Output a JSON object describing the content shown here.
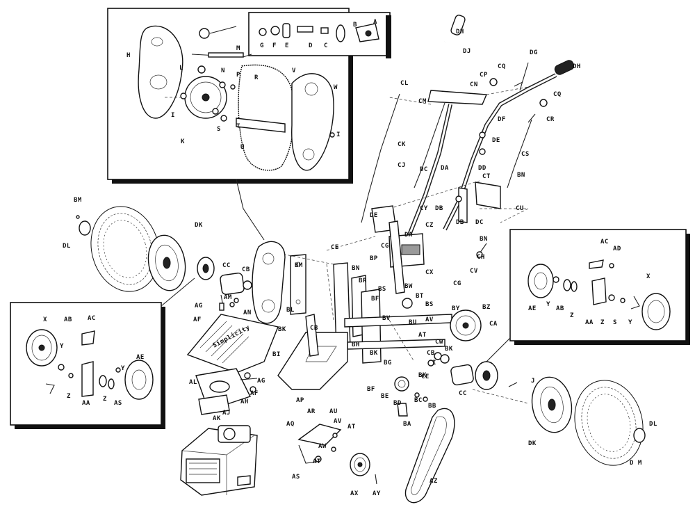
{
  "diagram": {
    "labels": {
      "A": "A",
      "B": "B",
      "C": "C",
      "D": "D",
      "E": "E",
      "F": "F",
      "G": "G",
      "H": "H",
      "I": "I",
      "K": "K",
      "L": "L",
      "M": "M",
      "N": "N",
      "P": "P",
      "R": "R",
      "S": "S",
      "T": "T",
      "U": "U",
      "V": "V",
      "W": "W",
      "X": "X",
      "Y": "Y",
      "Z": "Z",
      "AA": "AA",
      "AB": "AB",
      "AC": "AC",
      "AD": "AD",
      "AE": "AE",
      "AF": "AF",
      "AG": "AG",
      "AH": "AH",
      "AJ": "AJ",
      "AK": "AK",
      "AL": "AL",
      "AM": "AM",
      "AN": "AN",
      "AP": "AP",
      "AQ": "AQ",
      "AR": "AR",
      "AS": "AS",
      "AT": "AT",
      "AU": "AU",
      "AV": "AV",
      "AW": "AW",
      "AX": "AX",
      "AY": "AY",
      "AZ": "AZ",
      "BA": "BA",
      "BB": "BB",
      "BC": "BC",
      "BD": "BD",
      "BE": "BE",
      "BF": "BF",
      "BG": "BG",
      "BH": "BH",
      "BI": "BI",
      "BK": "BK",
      "BL": "BL",
      "BM": "BM",
      "BN": "BN",
      "BP": "BP",
      "BR": "BR",
      "BS": "BS",
      "BT": "BT",
      "BU": "BU",
      "BV": "BV",
      "BW": "BW",
      "BY": "BY",
      "BZ": "BZ",
      "CA": "CA",
      "CB": "CB",
      "CC": "CC",
      "CE": "CE",
      "CG": "CG",
      "CH": "CH",
      "CJ": "CJ",
      "CK": "CK",
      "CL": "CL",
      "CM": "CM",
      "CN": "CN",
      "CP": "CP",
      "CQ": "CQ",
      "CR": "CR",
      "CS": "CS",
      "CT": "CT",
      "CU": "CU",
      "CV": "CV",
      "CW": "CW",
      "CX": "CX",
      "CY": "CY",
      "CZ": "CZ",
      "DA": "DA",
      "DB": "DB",
      "DC": "DC",
      "DD": "DD",
      "DE": "DE",
      "DF": "DF",
      "DG": "DG",
      "DH": "DH",
      "DJ": "DJ",
      "DK": "DK",
      "DL": "DL",
      "DM": "DM",
      "BM_WHEEL": "BM",
      "DL_RIGHT": "DL",
      "DM_RIGHT": "D M",
      "DK_RIGHT": "DK",
      "BD_PIN": "BD",
      "BK_BOLT": "BK",
      "BK_RIGHT": "BK",
      "BS_NUT": "BS",
      "CB_BOTTOM": "CB",
      "CH_PIN": "CH",
      "CG_LEFT": "CG",
      "BN_LOWER": "BN",
      "BN_UPPER": "BN",
      "CE_RIGHT": "CE",
      "CQ_1": "CQ",
      "CQ_2": "CQ",
      "DH_1": "DH",
      "DH_2": "DH",
      "J_RIGHT": "J",
      "I_SMALL": "I"
    },
    "brand_text": "Simplicity"
  }
}
